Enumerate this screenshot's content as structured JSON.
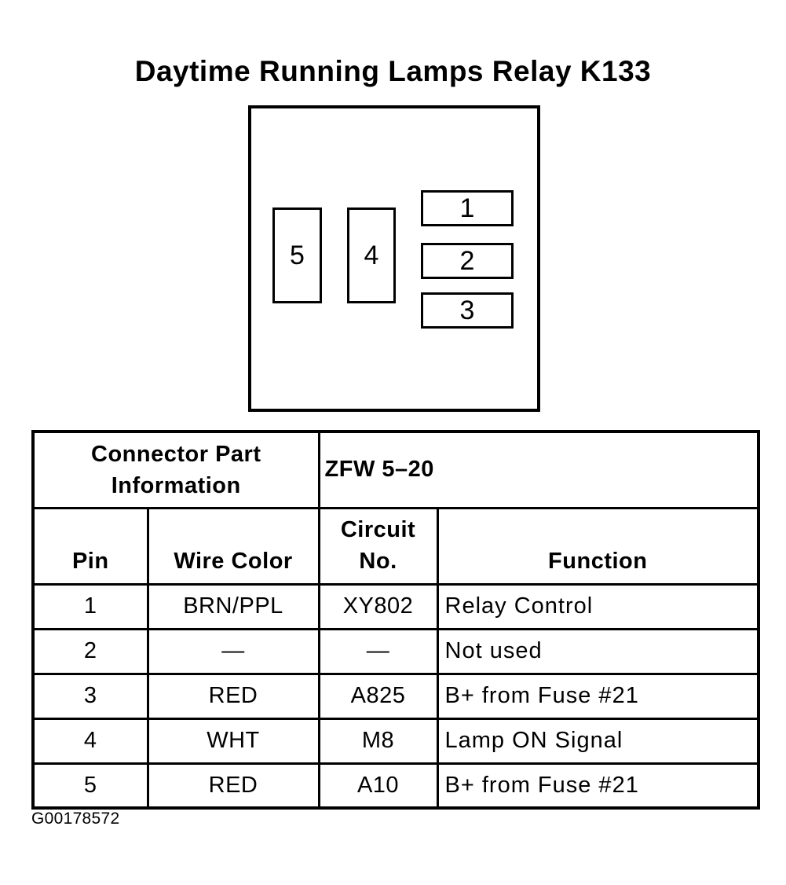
{
  "title": "Daytime Running Lamps Relay K133",
  "connector": {
    "pins": [
      "1",
      "2",
      "3",
      "4",
      "5"
    ]
  },
  "table": {
    "part_info_label_line1": "Connector Part",
    "part_info_label_line2": "Information",
    "part_info_value": "ZFW 5–20",
    "headers": {
      "pin": "Pin",
      "wire_color": "Wire Color",
      "circuit_line1": "Circuit",
      "circuit_line2": "No.",
      "function": "Function"
    },
    "rows": [
      {
        "pin": "1",
        "wire_color": "BRN/PPL",
        "circuit": "XY802",
        "function": "Relay Control"
      },
      {
        "pin": "2",
        "wire_color": "—",
        "circuit": "—",
        "function": "Not used"
      },
      {
        "pin": "3",
        "wire_color": "RED",
        "circuit": "A825",
        "function": "B+ from Fuse #21"
      },
      {
        "pin": "4",
        "wire_color": "WHT",
        "circuit": "M8",
        "function": "Lamp ON Signal"
      },
      {
        "pin": "5",
        "wire_color": "RED",
        "circuit": "A10",
        "function": "B+ from Fuse #21"
      }
    ]
  },
  "figure_id": "G00178572"
}
